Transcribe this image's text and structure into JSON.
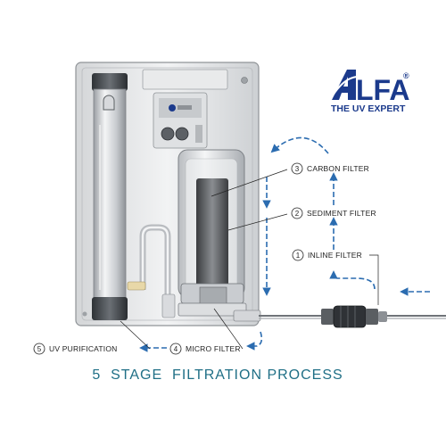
{
  "brand": {
    "logo_text": "LFA",
    "registered_mark": "®",
    "tagline": "THE UV EXPERT"
  },
  "stages": [
    {
      "number": "3",
      "label": "CARBON FILTER"
    },
    {
      "number": "2",
      "label": "SEDIMENT FILTER"
    },
    {
      "number": "1",
      "label": "INLINE FILTER"
    },
    {
      "number": "5",
      "label": "UV PURIFICATION"
    },
    {
      "number": "4",
      "label": "MICRO FILTER"
    }
  ],
  "caption": "5  STAGE  FILTRATION PROCESS",
  "colors": {
    "arrow": "#2b6cb0",
    "brand": "#1b3a8c",
    "caption": "#1f6f86"
  }
}
